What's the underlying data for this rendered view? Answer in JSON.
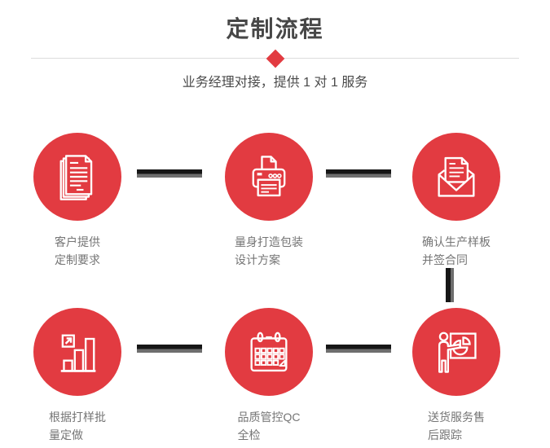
{
  "header": {
    "title": "定制流程",
    "subtitle": "业务经理对接，提供 1 对 1 服务"
  },
  "colors": {
    "accent_red": "#e23b41",
    "connector_dark": "#161616",
    "connector_gray": "#6e6e6e",
    "title_gray": "#474747",
    "label_gray": "#757575",
    "divider_gray": "#dcdcdc",
    "icon_stroke": "#ffffff"
  },
  "steps": [
    {
      "icon": "documents-icon",
      "line1": "客户提供",
      "line2": "定制要求"
    },
    {
      "icon": "printer-icon",
      "line1": "量身打造包装",
      "line2": "设计方案"
    },
    {
      "icon": "envelope-icon",
      "line1": "确认生产样板",
      "line2": "并签合同"
    },
    {
      "icon": "bar-chart-icon",
      "line1": "根据打样批",
      "line2": "量定做"
    },
    {
      "icon": "calendar-icon",
      "line1": "品质管控QC",
      "line2": "全检"
    },
    {
      "icon": "presentation-icon",
      "line1": "送货服务售",
      "line2": "后跟踪"
    }
  ]
}
